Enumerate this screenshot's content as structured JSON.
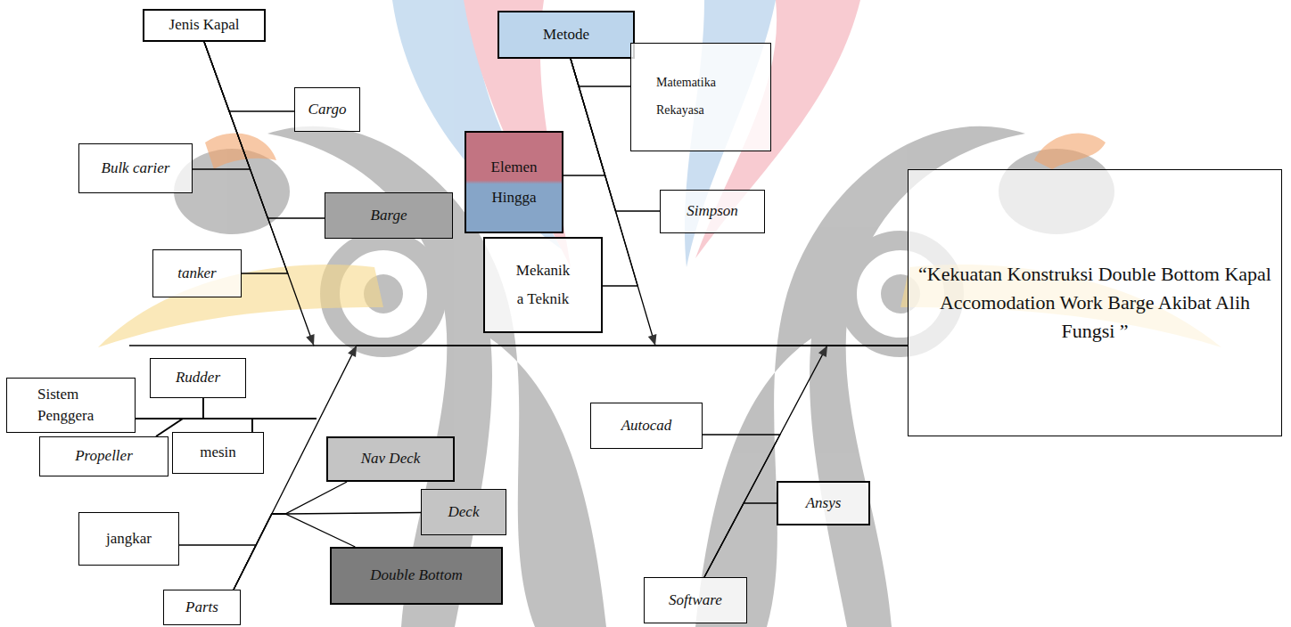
{
  "diagram": {
    "nodes": [
      {
        "text": [
          "Jenis Kapal"
        ]
      },
      {
        "text": [
          "Cargo"
        ]
      },
      {
        "text": [
          "Bulk carier"
        ]
      },
      {
        "text": [
          "Barge"
        ]
      },
      {
        "text": [
          "tanker"
        ]
      },
      {
        "text": [
          "Metode"
        ]
      },
      {
        "text": [
          "Matematika Rekayasa"
        ]
      },
      {
        "text": [
          "Elemen Hingga"
        ]
      },
      {
        "text": [
          "Simpson"
        ]
      },
      {
        "text": [
          "Mekanik a Teknik"
        ]
      },
      {
        "text": [
          "“Kekuatan Konstruksi Double Bottom Kapal Accomodation Work Barge Akibat Alih Fungsi ”"
        ]
      },
      {
        "text": [
          "Sistem Penggera"
        ]
      },
      {
        "text": [
          "Rudder"
        ]
      },
      {
        "text": [
          "Propeller"
        ]
      },
      {
        "text": [
          "mesin"
        ]
      },
      {
        "text": [
          "Autocad"
        ]
      },
      {
        "text": [
          "Nav Deck"
        ]
      },
      {
        "text": [
          "Deck"
        ]
      },
      {
        "text": [
          "jangkar"
        ]
      },
      {
        "text": [
          "Double Bottom"
        ]
      },
      {
        "text": [
          "Ansys"
        ]
      },
      {
        "text": [
          "Parts"
        ]
      },
      {
        "text": [
          "Software"
        ]
      }
    ],
    "edges": [
      {
        "from": 1,
        "to": 0,
        "arrow": "none"
      },
      {
        "from": 2,
        "to": 0,
        "arrow": "none"
      },
      {
        "from": 3,
        "to": 0,
        "arrow": "none"
      },
      {
        "from": 4,
        "to": 0,
        "arrow": "none"
      },
      {
        "from": 0,
        "to": 10,
        "arrow": "to"
      },
      {
        "from": 6,
        "to": 5,
        "arrow": "none"
      },
      {
        "from": 7,
        "to": 5,
        "arrow": "none"
      },
      {
        "from": 8,
        "to": 5,
        "arrow": "none"
      },
      {
        "from": 9,
        "to": 5,
        "arrow": "none"
      },
      {
        "from": 5,
        "to": 10,
        "arrow": "to"
      },
      {
        "from": 12,
        "to": 11,
        "arrow": "none"
      },
      {
        "from": 13,
        "to": 11,
        "arrow": "none"
      },
      {
        "from": 14,
        "to": 11,
        "arrow": "none"
      },
      {
        "from": 18,
        "to": 21,
        "arrow": "none"
      },
      {
        "from": 16,
        "to": 21,
        "arrow": "none"
      },
      {
        "from": 17,
        "to": 21,
        "arrow": "none"
      },
      {
        "from": 19,
        "to": 21,
        "arrow": "none"
      },
      {
        "from": 21,
        "to": 10,
        "arrow": "to"
      },
      {
        "from": 15,
        "to": 22,
        "arrow": "none"
      },
      {
        "from": 20,
        "to": 22,
        "arrow": "none"
      },
      {
        "from": 22,
        "to": 10,
        "arrow": "to"
      }
    ]
  }
}
